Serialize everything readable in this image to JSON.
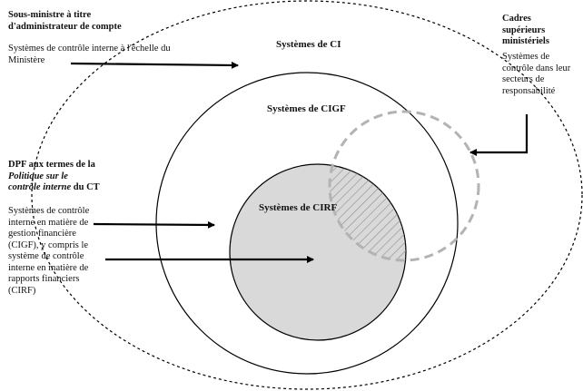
{
  "circle_labels": {
    "ci": "Systèmes de CI",
    "cigf": "Systèmes de CIGF",
    "cirf": "Systèmes de CIRF"
  },
  "left_top": {
    "heading_line1": "Sous-ministre à titre",
    "heading_line2": "d'administrateur de compte",
    "desc_line1": "Systèmes de contrôle interne à l'échelle du",
    "desc_line2": "Ministère"
  },
  "right_top": {
    "heading_line1": "Cadres",
    "heading_line2": "supérieurs",
    "heading_line3": "ministériels",
    "desc_line1": "Systèmes de",
    "desc_line2": "contrôle dans leur",
    "desc_line3": "secteurs de",
    "desc_line4": "responsabilité"
  },
  "left_mid": {
    "heading_line1": "DPF aux termes de la",
    "heading_line2": "Politique sur le",
    "heading_line3_italic": "contrôle interne",
    "heading_line3_rest": " du CT",
    "desc_lines": [
      "Systèmes de contrôle",
      "interne en matière de",
      "gestion financière",
      "(CIGF), y compris le",
      "système de contrôle",
      "interne en matière de",
      "rapports financiers",
      "(CIRF)"
    ]
  },
  "colors": {
    "outline": "#000000",
    "cirf_fill": "#d9d9d9",
    "dashed_circle": "#b3b3b3",
    "hatch": "#8c8c8c"
  }
}
